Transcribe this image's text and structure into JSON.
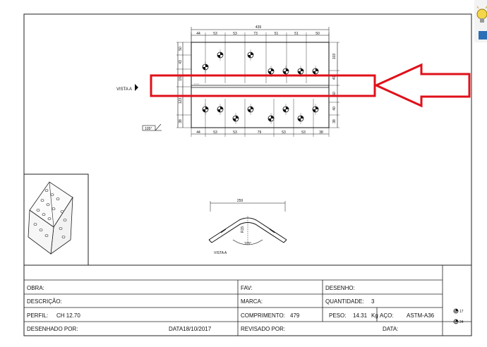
{
  "drawing": {
    "vista_label": "VISTA A",
    "vista_label_bottom": "VISTA A",
    "angle_marker": "105°",
    "angle_bottom": "105°",
    "bottom_width": "259",
    "radius_label": "R15",
    "top_total": "439",
    "top_dims": [
      "44",
      "53",
      "53",
      "73",
      "51",
      "51",
      "50"
    ],
    "bottom_dims": [
      "44",
      "53",
      "53",
      "79",
      "53",
      "53",
      "38"
    ],
    "left_dims": [
      "50",
      "43",
      "193",
      "123",
      "38"
    ],
    "right_dims": [
      "103",
      "49",
      "50",
      "40",
      "38"
    ],
    "accent_color": "#e0101a"
  },
  "title_block": {
    "obra_label": "OBRA:",
    "fav_label": "FAV:",
    "desenho_label": "DESENHO:",
    "descricao_label": "DESCRIÇÃO:",
    "marca_label": "MARCA:",
    "quantidade_label": "QUANTIDADE:",
    "quantidade_value": "3",
    "perfil_label": "PERFIL:",
    "perfil_value": "CH 12.70",
    "comprimento_label": "COMPRIMENTO:",
    "comprimento_value": "479",
    "peso_label": "PESO:",
    "peso_value": "14.31",
    "peso_unit": "Kg",
    "aco_label": "AÇO:",
    "aco_value": "ASTM-A36",
    "desenhado_label": "DESENHADO POR:",
    "data_text": "DATA18/10/2017",
    "revisado_label": "REVISADO POR:",
    "data_label": "DATA:",
    "hole_count_a": "17",
    "hole_count_b": "24"
  },
  "icons": {
    "right_edge": "lightbulb-icon",
    "holes": "hole-marker-icon"
  }
}
